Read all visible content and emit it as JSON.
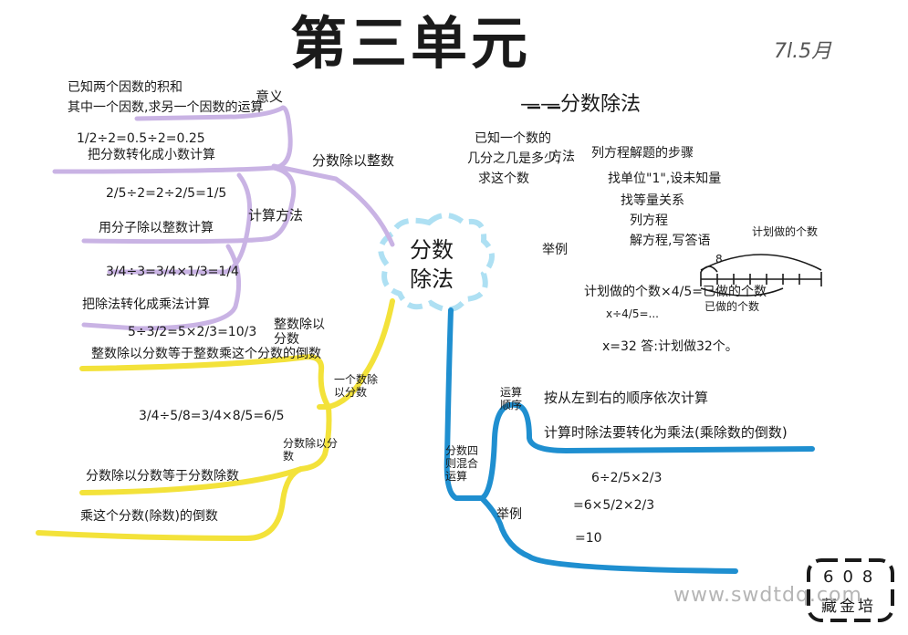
{
  "title": "第三单元",
  "subtitle": "——分数除法",
  "signature": "7l.5月",
  "center": {
    "label": "分数除法"
  },
  "left": {
    "branch_int": {
      "label": "分数除以整数",
      "meaning_label": "意义",
      "meaning_text_1": "已知两个因数的积和",
      "meaning_text_2": "其中一个因数,求另一个因数的运算",
      "calc_label": "计算方法",
      "example_1": "1/2÷2=0.5÷2=0.25",
      "note_1": "把分数转化成小数计算",
      "example_2": "2/5÷2=2÷2/5=1/5",
      "note_2": "用分子除以整数计算",
      "example_3": "3/4÷3=3/4×1/3=1/4",
      "note_3": "把除法转化成乘法计算"
    },
    "branch_div": {
      "label": "一个数除以分数",
      "sub1_label": "整数除以分数",
      "sub1_example": "5÷3/2=5×2/3=10/3",
      "sub1_text": "整数除以分数等于整数乘这个分数的倒数",
      "sub2_label": "分数除以分数",
      "sub2_example": "3/4÷5/8=3/4×8/5=6/5",
      "sub2_text_1": "分数除以分数等于分数除数",
      "sub2_text_2": "乘这个分数(除数)的倒数"
    }
  },
  "right": {
    "branch_app": {
      "q1": "已知一个数的",
      "q2": "几分之几是多少,",
      "q3": "求这个数",
      "method_label": "方法",
      "steps_title": "列方程解题的步骤",
      "step_1": "找单位\"1\",设未知量",
      "step_2": "找等量关系",
      "step_3": "列方程",
      "step_4": "解方程,写答语",
      "example_label": "举例",
      "eq_line": "计划做的个数×4/5=已做的个数",
      "eq_sub": "已做的个数",
      "eq_solve": "x÷4/5=...",
      "answer": "x=32  答:计划做32个。",
      "diagram_top": "计划做的个数",
      "diagram_unit": "8"
    },
    "branch_mixed": {
      "label": "分数四则混合运算",
      "order_label": "运算顺序",
      "order_1": "按从左到右的顺序依次计算",
      "order_2": "计算时除法要转化为乘法(乘除数的倒数)",
      "example_label": "举例",
      "ex_1": "6÷2/5×2/3",
      "ex_2": "=6×5/2×2/3",
      "ex_3": "=10"
    }
  },
  "corner": {
    "number": "608",
    "name": "藏金培"
  },
  "watermark": "www.swdtdq.com",
  "colors": {
    "purple": "#c9b3e4",
    "yellow": "#f3e23a",
    "blue": "#1f8fd0",
    "lightblue": "#aee0f3"
  }
}
